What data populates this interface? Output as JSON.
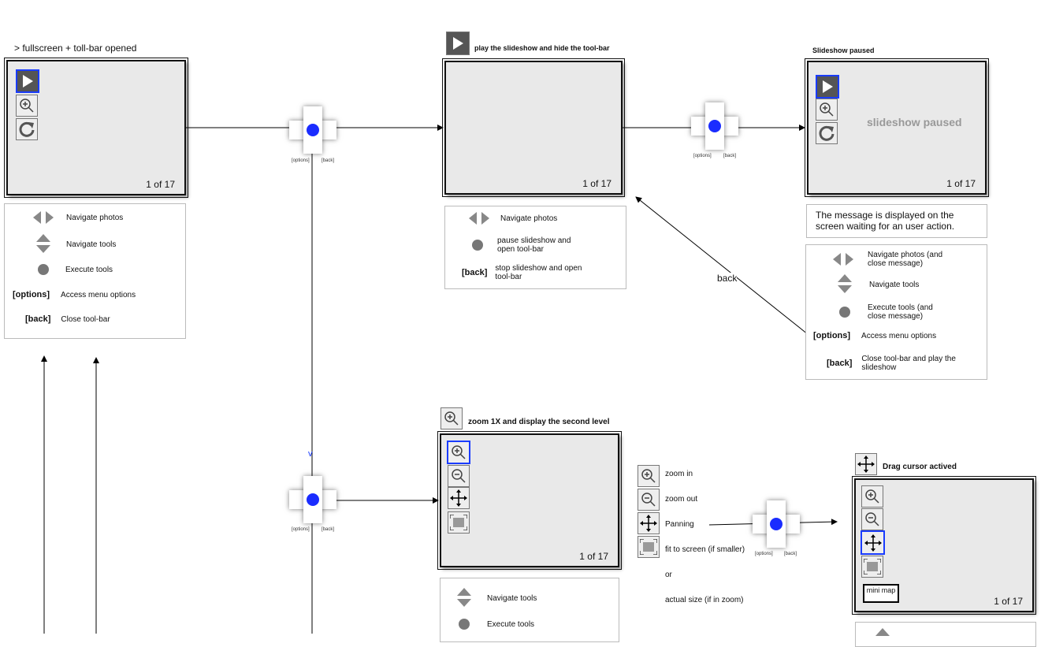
{
  "diagram_title": "> fullscreen + toll-bar opened",
  "counter": "1 of 17",
  "dpad_labels": {
    "options": "[options]",
    "back": "[back]"
  },
  "screen1": {
    "legend": [
      {
        "icon": "left-right-arrows",
        "label": "Navigate photos"
      },
      {
        "icon": "up-down-arrows",
        "label": "Navigate tools"
      },
      {
        "icon": "dot",
        "label": "Execute tools"
      },
      {
        "key": "[options]",
        "label": "Access menu options"
      },
      {
        "key": "[back]",
        "label": "Close tool-bar"
      }
    ]
  },
  "screen2": {
    "caption": "play the slideshow and hide the tool-bar",
    "legend": [
      {
        "icon": "left-right-arrows",
        "label": "Navigate photos"
      },
      {
        "icon": "dot",
        "label": "pause slideshow and open tool-bar"
      },
      {
        "key": "[back]",
        "label": "stop slideshow and open tool-bar"
      }
    ]
  },
  "screen3": {
    "caption": "Slideshow paused",
    "message": "slideshow paused",
    "note": "The message is displayed on the screen waiting for an user action.",
    "legend": [
      {
        "icon": "left-right-arrows",
        "label": "Navigate photos (and close message)"
      },
      {
        "icon": "up-down-arrows",
        "label": "Navigate tools"
      },
      {
        "icon": "dot",
        "label": "Execute tools (and close message)"
      },
      {
        "key": "[options]",
        "label": "Access menu options"
      },
      {
        "key": "[back]",
        "label": "Close tool-bar and play the slideshow"
      }
    ]
  },
  "back_arrow_label": "back",
  "screen4": {
    "caption": "zoom 1X and display the second level",
    "legend": [
      {
        "icon": "up-down-arrows",
        "label": "Navigate tools"
      },
      {
        "icon": "dot",
        "label": "Execute tools"
      }
    ]
  },
  "tools_list": [
    {
      "icon": "zoom-in",
      "label": "zoom in"
    },
    {
      "icon": "zoom-out",
      "label": "zoom out"
    },
    {
      "icon": "pan",
      "label": "Panning"
    },
    {
      "icon": "fit",
      "label": "fit to screen (if smaller)"
    },
    {
      "icon": null,
      "label": "or"
    },
    {
      "icon": null,
      "label": "actual size  (if in zoom)"
    }
  ],
  "screen5": {
    "caption": "Drag cursor actived",
    "minimap": "mini map"
  },
  "down_marker": "v"
}
